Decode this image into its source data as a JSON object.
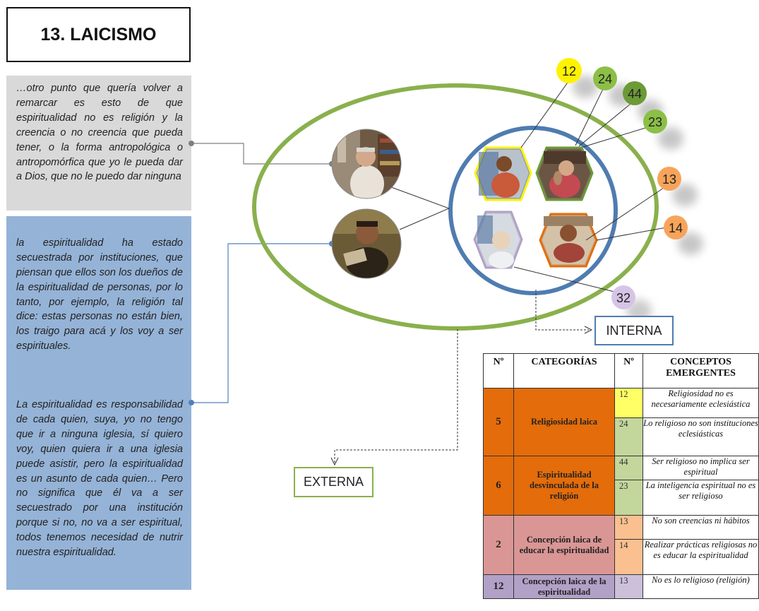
{
  "title": "13. LAICISMO",
  "quotes": {
    "q1": "…otro punto que quería volver a remarcar es esto de que espiritualidad no es religión y la creencia o no creencia que pueda tener, o la forma antropológica o antropomórfica que yo le pueda dar a Dios, que no le puedo dar ninguna",
    "q2_p1": "la espiritualidad ha estado secuestrada por instituciones, que piensan que ellos son los dueños de la espiritualidad de personas, por lo tanto, por ejemplo, la religión tal dice: estas personas no están bien, los traigo para acá y los voy a ser espirituales.",
    "q2_p2": "La espiritualidad es responsabilidad de cada quien, suya, yo no tengo que ir a ninguna iglesia, sí quiero voy, quien quiera ir a una iglesia puede asistir, pero la espiritualidad es un asunto de cada quien… Pero no significa que él va a ser secuestrado por una institución porque si no, no va a ser espiritual, todos tenemos necesidad de nutrir nuestra espiritualidad."
  },
  "labels": {
    "interna": "INTERNA",
    "externa": "EXTERNA"
  },
  "badges": [
    {
      "code": "12",
      "color": "#fff200"
    },
    {
      "code": "24",
      "color": "#8cbf46"
    },
    {
      "code": "44",
      "color": "#6c9a36"
    },
    {
      "code": "23",
      "color": "#8cbf46"
    },
    {
      "code": "13",
      "color": "#f8a35a"
    },
    {
      "code": "14",
      "color": "#f8a35a"
    },
    {
      "code": "32",
      "color": "#d6c4e6"
    }
  ],
  "table": {
    "headers": [
      "Nº",
      "CATEGORÍAS",
      "Nº",
      "CONCEPTOS EMERGENTES"
    ],
    "categories": [
      {
        "num": "5",
        "name": "Religiosidad laica",
        "color": "#e46c0a",
        "codes": [
          {
            "code": "12",
            "concept": "Religiosidad no es necesariamente eclesiástica",
            "color": "#ffff66"
          },
          {
            "code": "24",
            "concept": "Lo religioso no son instituciones eclesiásticas",
            "color": "#c3d69b"
          }
        ]
      },
      {
        "num": "6",
        "name": "Espiritualidad desvinculada de la religión",
        "color": "#e46c0a",
        "codes": [
          {
            "code": "44",
            "concept": "Ser religioso no implica ser espiritual",
            "color": "#c3d69b"
          },
          {
            "code": "23",
            "concept": "La inteligencia espiritual no es ser religioso",
            "color": "#c3d69b"
          }
        ]
      },
      {
        "num": "2",
        "name": "Concepción laica de educar la espiritualidad",
        "color": "#d99694",
        "codes": [
          {
            "code": "13",
            "concept": "No son creencias ni hábitos",
            "color": "#fac090"
          },
          {
            "code": "14",
            "concept": "Realizar prácticas religiosas no es educar la espiritualidad",
            "color": "#fac090"
          }
        ]
      },
      {
        "num": "12",
        "name": "Concepción laica de la espiritualidad",
        "color": "#b2a1c7",
        "codes": [
          {
            "code": "13",
            "concept": "No es lo religioso (religión)",
            "color": "#ccc0da"
          }
        ]
      }
    ]
  }
}
